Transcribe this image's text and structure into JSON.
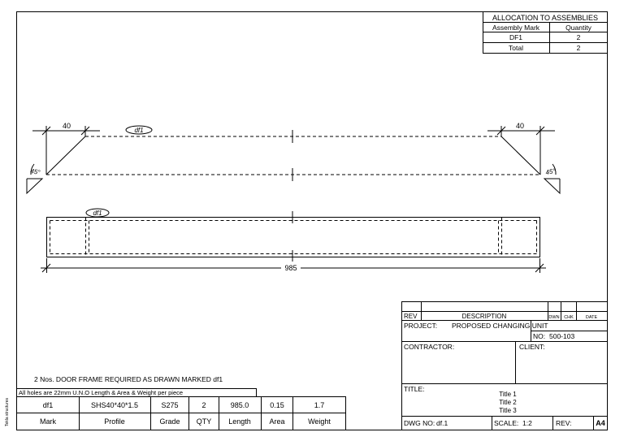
{
  "sidebar_text": "Tekla structures",
  "allocation": {
    "title": "ALLOCATION TO ASSEMBLIES",
    "headers": [
      "Assembly Mark",
      "Quantity"
    ],
    "rows": [
      {
        "mark": "DF1",
        "qty": "2"
      },
      {
        "mark": "Total",
        "qty": "2"
      }
    ]
  },
  "top_view": {
    "part_mark": "df1",
    "dim_left": "40",
    "dim_right": "40",
    "angle_left": "45°",
    "angle_right": "45°"
  },
  "side_view": {
    "part_mark": "df1",
    "dim_length": "985"
  },
  "notes": {
    "requirement": "2 Nos. DOOR FRAME REQUIRED AS DRAWN MARKED  df1",
    "holes": "All holes are 22mm U.N.O   Length & Area & Weight per piece"
  },
  "parts_table": {
    "values": [
      "df1",
      "SHS40*40*1.5",
      "S275",
      "2",
      "985.0",
      "0.15",
      "1.7"
    ],
    "headers": [
      "Mark",
      "Profile",
      "Grade",
      "QTY",
      "Length",
      "Area",
      "Weight"
    ]
  },
  "title_block": {
    "rev_label": "REV",
    "description_label": "DESCRIPTION",
    "dwn_label": "DWN",
    "chk_label": "CHK",
    "date_label": "DATE",
    "project_label": "PROJECT:",
    "project_value": "PROPOSED CHANGING UNIT",
    "no_label": "NO:",
    "no_value": "500-103",
    "contractor_label": "CONTRACTOR:",
    "client_label": "CLIENT:",
    "title_label": "TITLE:",
    "titles": [
      "Title 1",
      "Title 2",
      "Title 3"
    ],
    "dwg_no_label": "DWG NO:",
    "dwg_no_value": "df.1",
    "scale_label": "SCALE:",
    "scale_value": "1:2",
    "rev_label_bottom": "REV:",
    "rev_value": "",
    "sheet_size": "A4"
  }
}
